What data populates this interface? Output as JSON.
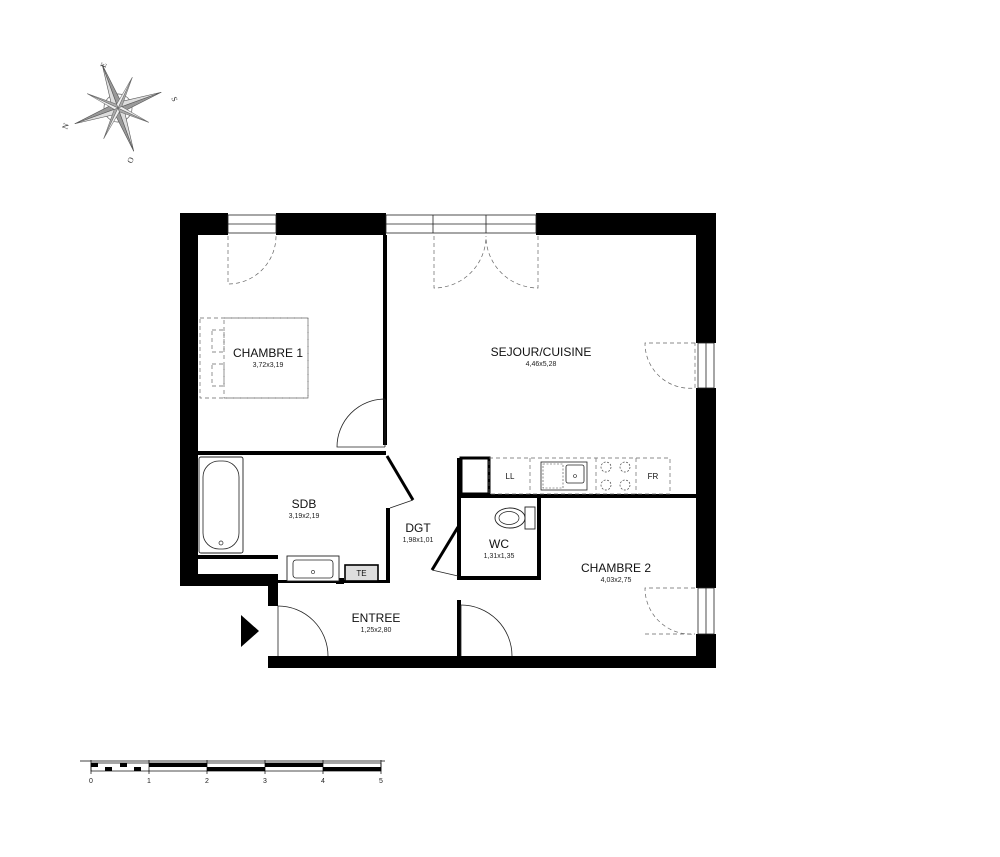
{
  "compass": {
    "north": "N",
    "south": "S",
    "east": "E",
    "west": "O"
  },
  "rooms": {
    "chambre1": {
      "name": "CHAMBRE 1",
      "dims": "3,72x3,19"
    },
    "sejour": {
      "name": "SEJOUR/CUISINE",
      "dims": "4,46x5,28"
    },
    "sdb": {
      "name": "SDB",
      "dims": "3,19x2,19"
    },
    "dgt": {
      "name": "DGT",
      "dims": "1,98x1,01"
    },
    "wc": {
      "name": "WC",
      "dims": "1,31x1,35"
    },
    "chambre2": {
      "name": "CHAMBRE 2",
      "dims": "4,03x2,75"
    },
    "entree": {
      "name": "ENTREE",
      "dims": "1,25x2,80"
    }
  },
  "fixtures": {
    "ll": "LL",
    "fr": "FR",
    "te": "TE"
  },
  "scale": {
    "ticks": [
      "0",
      "1",
      "2",
      "3",
      "4",
      "5"
    ]
  }
}
